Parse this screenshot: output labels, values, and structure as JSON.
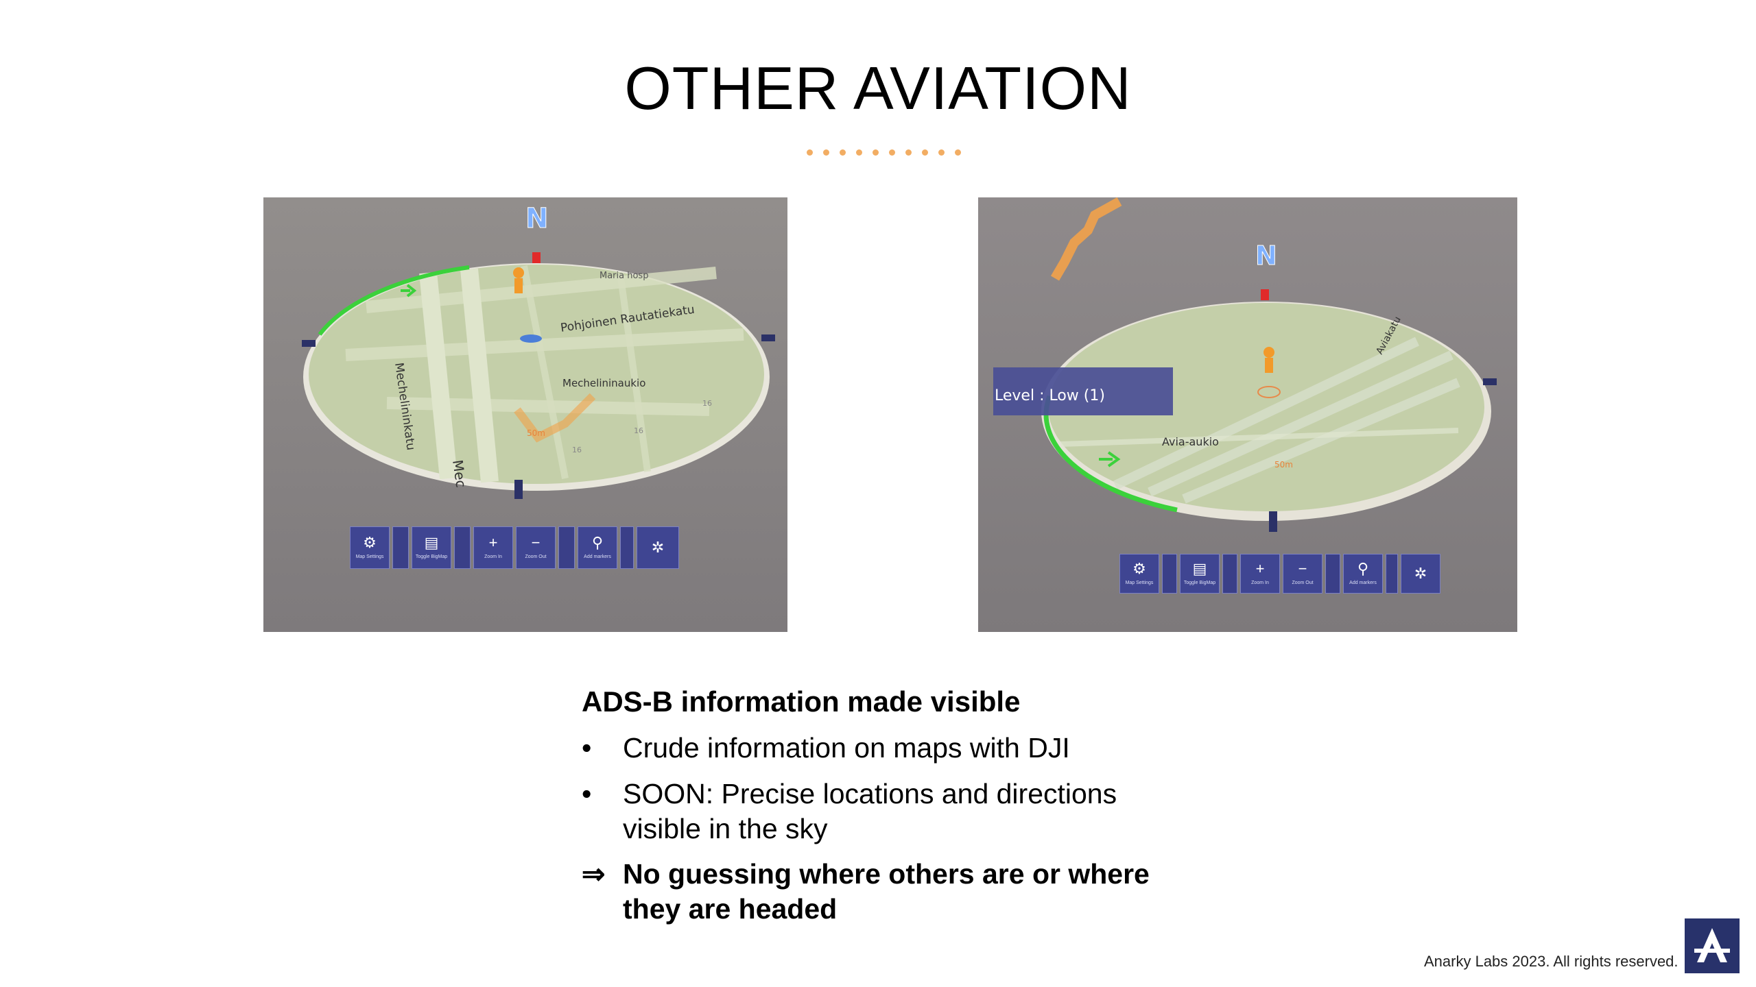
{
  "slide": {
    "title": "OTHER AVIATION",
    "heading": "ADS-B information made visible",
    "bullets": [
      {
        "marker": "•",
        "text": "Crude information on maps with DJI"
      },
      {
        "marker": "•",
        "text": "SOON: Precise locations and directions visible in the sky"
      },
      {
        "marker": "⇒",
        "text": "No guessing where others are or where they are headed"
      }
    ],
    "footer": "Anarky Labs 2023. All rights reserved."
  },
  "colors": {
    "accent_dots": "#f2ad63",
    "toolbar_bg": "#3f4592",
    "map_green": "#c4cfa9",
    "aircraft_green": "#3bd13b",
    "logo_bg": "#28326b"
  },
  "map1": {
    "north": "N",
    "streets": [
      "Maria hosp",
      "Pohjoinen Rautatiekatu",
      "Mechelininaukio",
      "Mechelininkatu",
      "Mec"
    ],
    "scale": "50m",
    "numbers": [
      "16",
      "16",
      "16"
    ]
  },
  "map2": {
    "north": "N",
    "level_label": "Level : Low (1)",
    "streets": [
      "Avia-aukio",
      "Aviakatu"
    ],
    "scale": "50m"
  },
  "toolbar": {
    "map_settings": "Map Settings",
    "toggle_bigmap": "Toggle BigMap",
    "zoom_in": "Zoom In",
    "zoom_out": "Zoom Out",
    "add_markers": "Add markers",
    "icons": [
      "gear-icon",
      "map-icon",
      "plus-icon",
      "minus-icon",
      "pin-icon",
      "collapse-icon"
    ]
  }
}
